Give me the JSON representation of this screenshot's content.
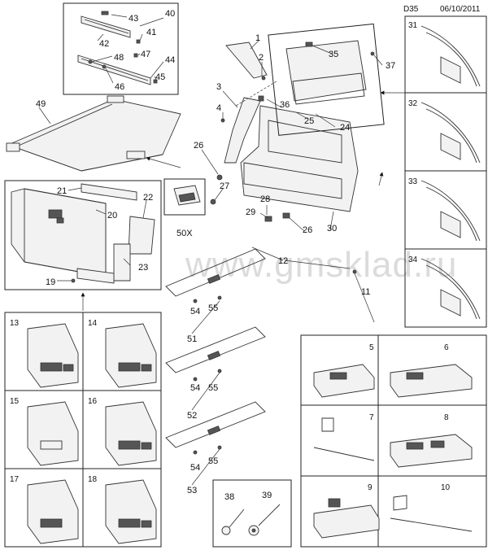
{
  "header": {
    "code": "D35",
    "date": "06/10/2011"
  },
  "watermark": "www.gmsklad.ru",
  "labels": {
    "l1": "1",
    "l2": "2",
    "l3": "3",
    "l4": "4",
    "l11": "11",
    "l12": "12",
    "l19": "19",
    "l20": "20",
    "l21": "21",
    "l22": "22",
    "l23": "23",
    "l24": "24",
    "l25": "25",
    "l26a": "26",
    "l26b": "26",
    "l27": "27",
    "l28": "28",
    "l29": "29",
    "l30": "30",
    "l35": "35",
    "l36": "36",
    "l37": "37",
    "l38": "38",
    "l39": "39",
    "l40": "40",
    "l41": "41",
    "l42": "42",
    "l43": "43",
    "l44": "44",
    "l45": "45",
    "l46": "46",
    "l47": "47",
    "l48": "48",
    "l49": "49",
    "l50x": "50X",
    "l51": "51",
    "l52": "52",
    "l53": "53",
    "l54a": "54",
    "l54b": "54",
    "l54c": "54",
    "l55a": "55",
    "l55b": "55",
    "l55c": "55"
  },
  "right_panels": [
    "31",
    "32",
    "33",
    "34"
  ],
  "bottom_left_panels": [
    "13",
    "14",
    "15",
    "16",
    "17",
    "18"
  ],
  "bottom_right_panels": [
    "5",
    "6",
    "7",
    "8",
    "9",
    "10"
  ]
}
